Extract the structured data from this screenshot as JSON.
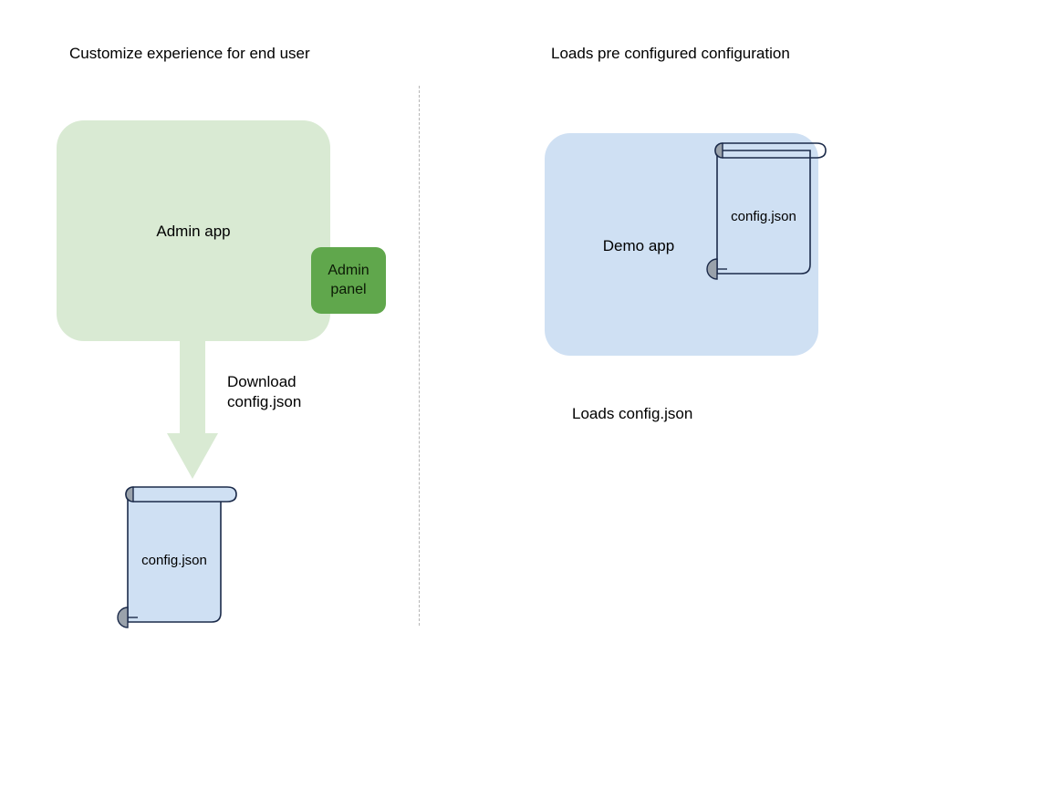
{
  "diagram": {
    "title_left": "Customize experience for end user",
    "title_right": "Loads pre configured configuration",
    "colors": {
      "admin_app_fill": "#d9ead3",
      "admin_panel_fill": "#60a74c",
      "demo_app_fill": "#cfe0f3",
      "scroll_fill": "#cfe0f3",
      "scroll_stroke": "#1c2b4a",
      "scroll_roll_knob": "#9aa2ab",
      "arrow_fill": "#d9ead3",
      "divider_stroke": "#b7b7b7",
      "text": "#000000"
    },
    "left_panel": {
      "app_box_label": "Admin app",
      "admin_panel_label": "Admin\npanel",
      "admin_panel_line1": "Admin",
      "admin_panel_line2": "panel",
      "arrow_label_line1": "Download",
      "arrow_label_line2": "config.json",
      "file_label": "config.json"
    },
    "right_panel": {
      "app_box_label": "Demo app",
      "file_label": "config.json",
      "footer_label": "Loads config.json"
    }
  }
}
